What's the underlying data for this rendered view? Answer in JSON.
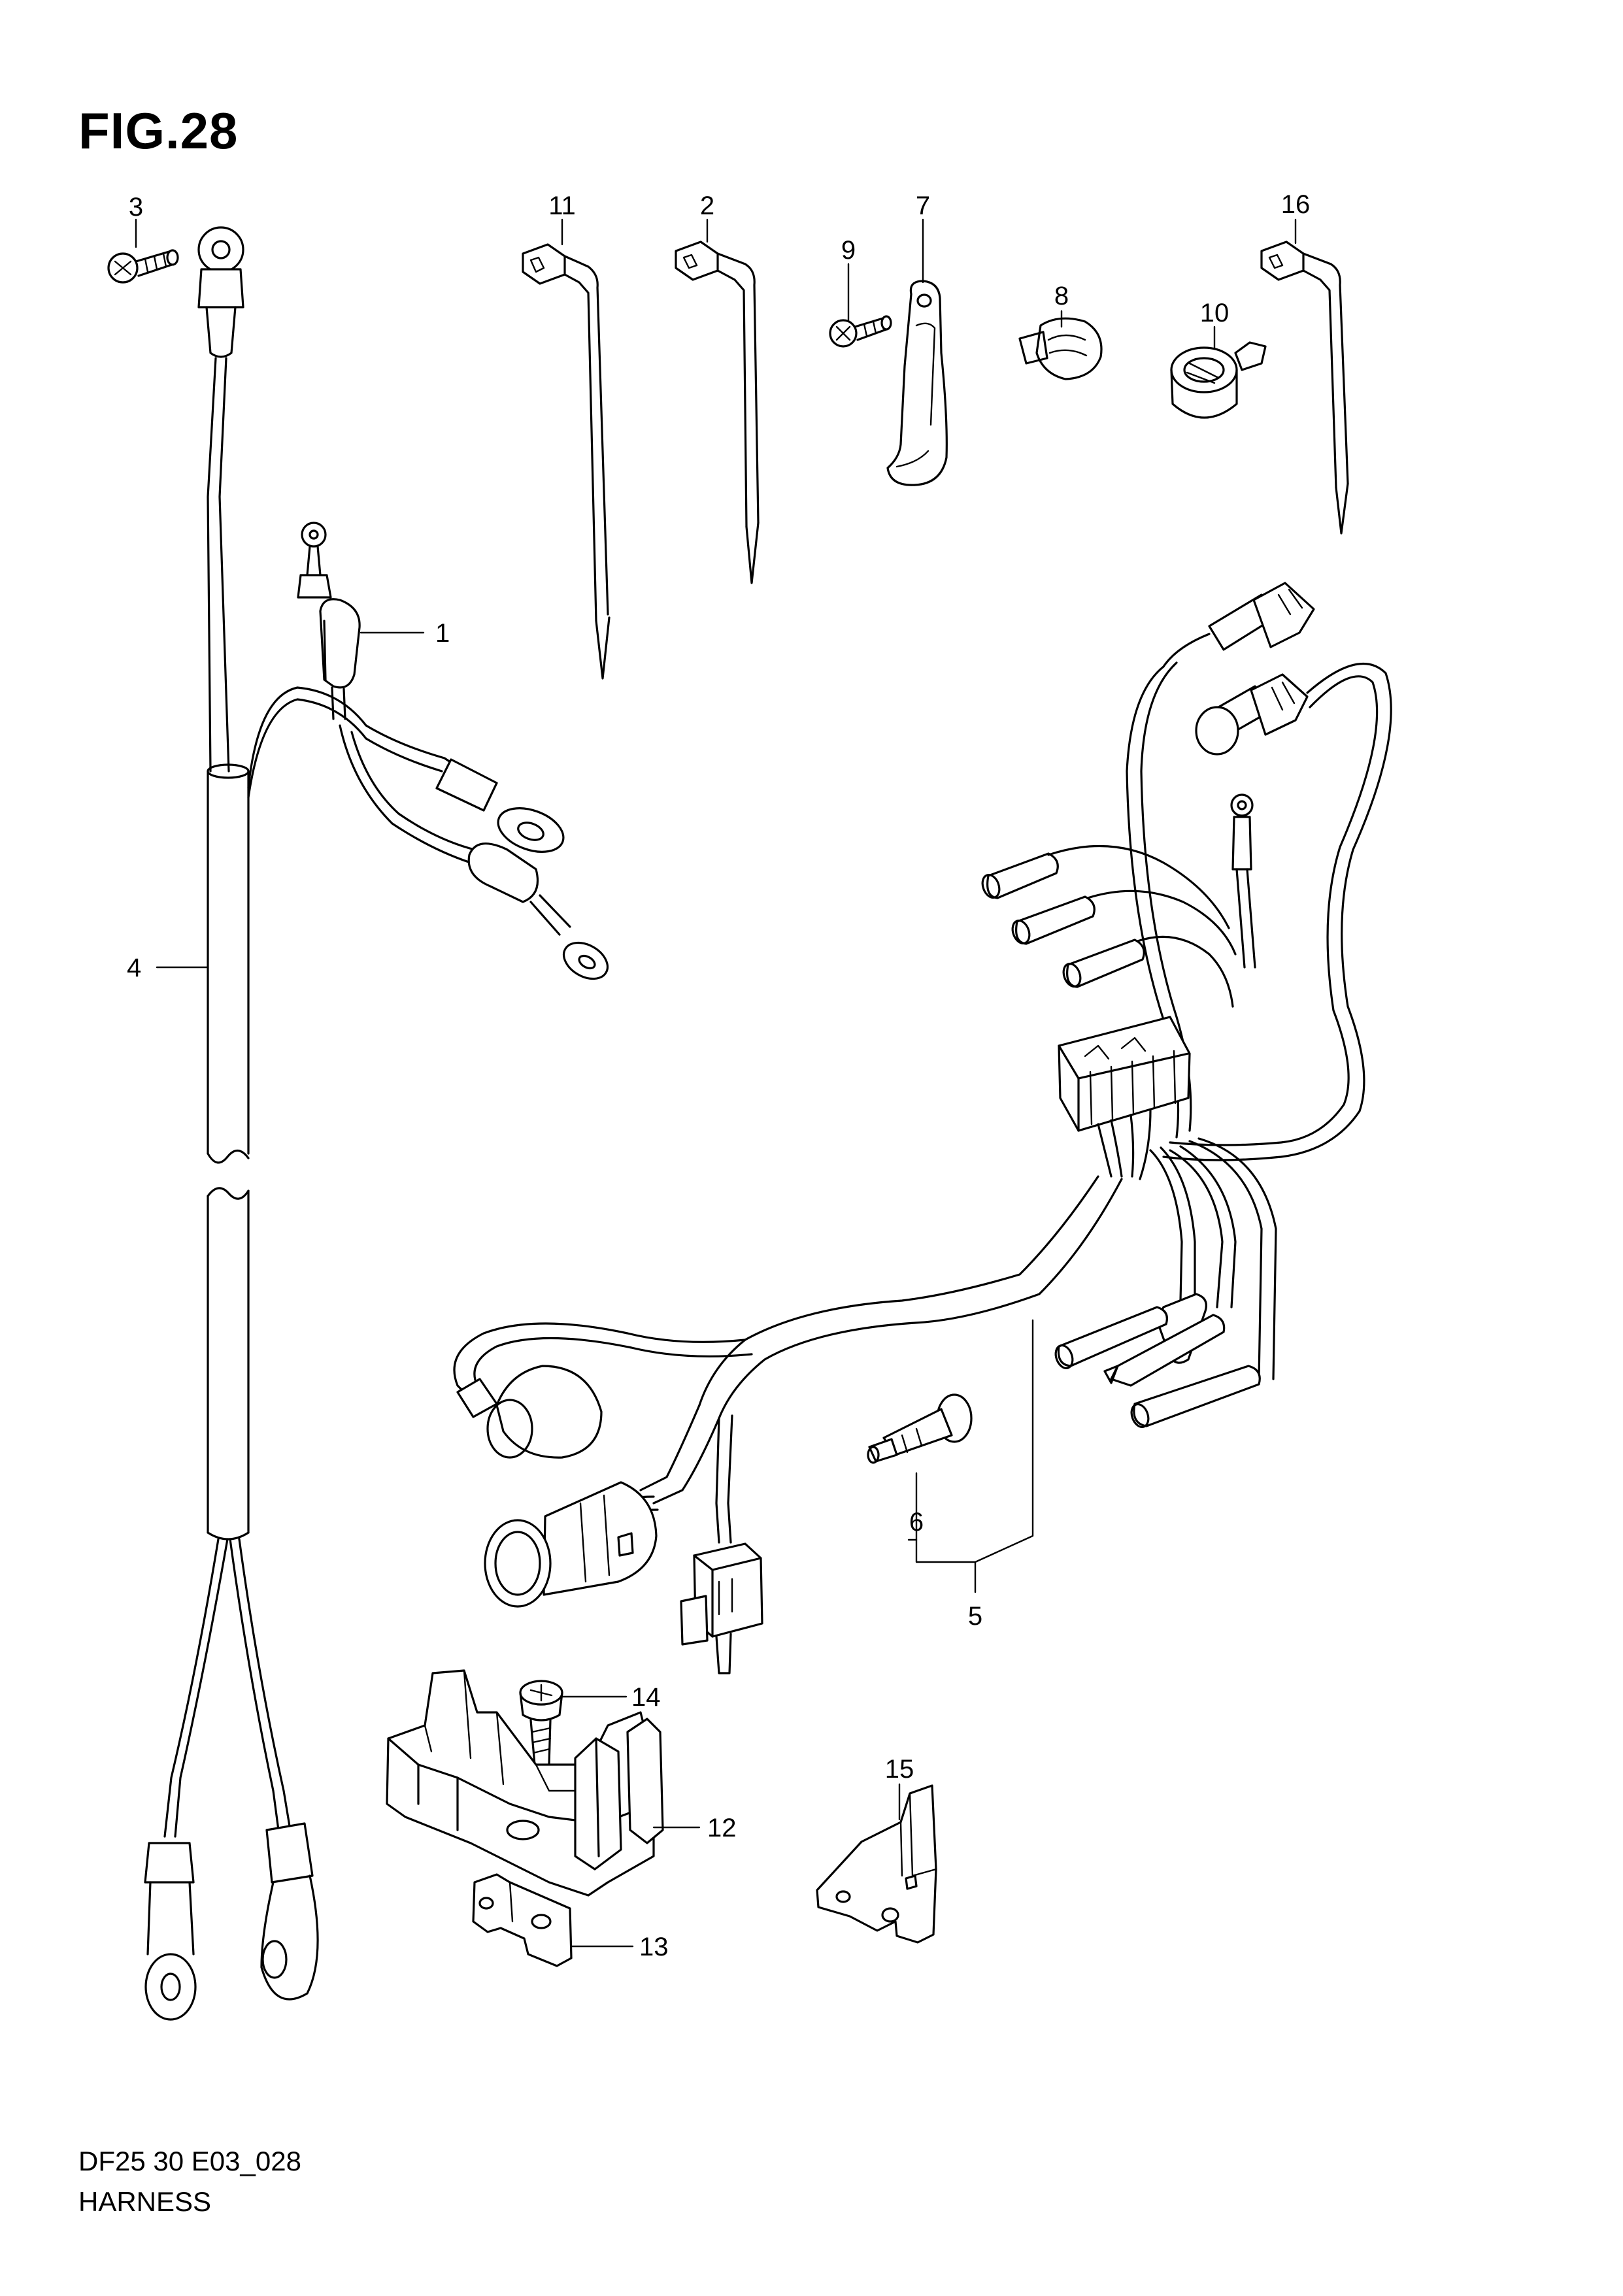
{
  "figure": {
    "title": "FIG.28"
  },
  "footer": {
    "code": "DF25 30 E03_028",
    "name": "HARNESS"
  },
  "callouts": [
    {
      "id": "c1",
      "label": "1"
    },
    {
      "id": "c2",
      "label": "2"
    },
    {
      "id": "c3",
      "label": "3"
    },
    {
      "id": "c4",
      "label": "4"
    },
    {
      "id": "c5",
      "label": "5"
    },
    {
      "id": "c6",
      "label": "6"
    },
    {
      "id": "c7",
      "label": "7"
    },
    {
      "id": "c8",
      "label": "8"
    },
    {
      "id": "c9",
      "label": "9"
    },
    {
      "id": "c10",
      "label": "10"
    },
    {
      "id": "c11",
      "label": "11"
    },
    {
      "id": "c12",
      "label": "12"
    },
    {
      "id": "c13",
      "label": "13"
    },
    {
      "id": "c14",
      "label": "14"
    },
    {
      "id": "c15",
      "label": "15"
    },
    {
      "id": "c16",
      "label": "16"
    }
  ]
}
